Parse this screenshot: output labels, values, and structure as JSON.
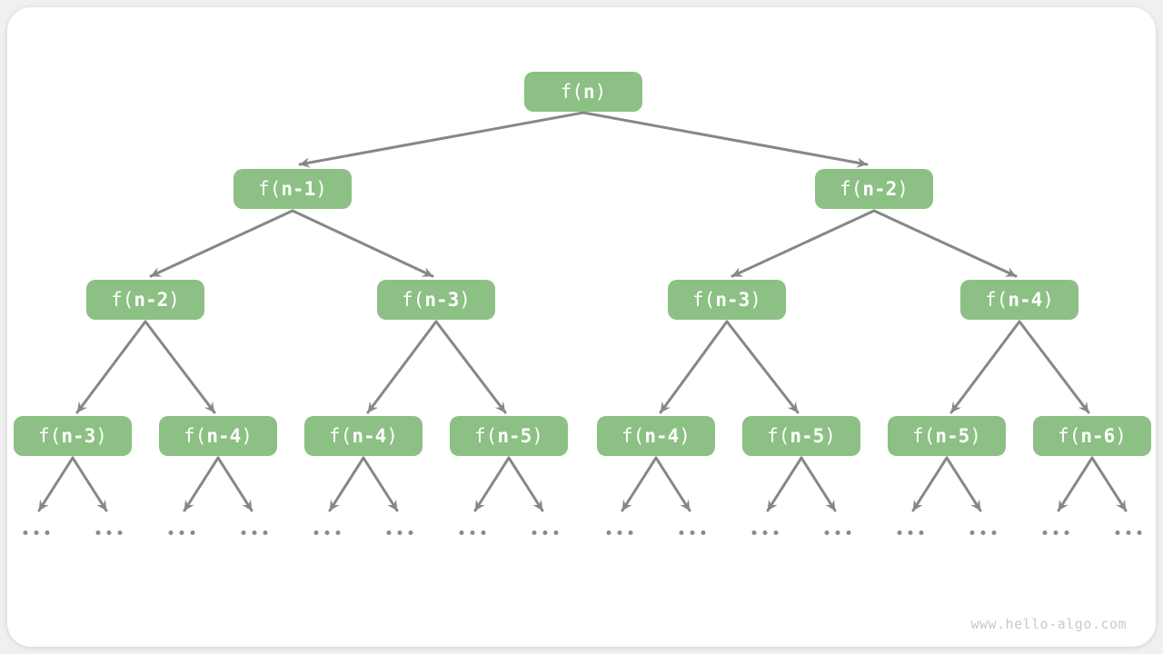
{
  "page": {
    "watermark": "www.hello-algo.com"
  },
  "colors": {
    "node_fill": "#8CC084",
    "node_text": "#FFFFFF",
    "arrow": "#878787",
    "dot": "#8A8A8A",
    "page_bg": "#F0F0F0",
    "card_bg": "#FFFFFF",
    "watermark": "#C9C9C9"
  },
  "tree": {
    "ellipsis": "...",
    "levels": [
      {
        "name": "level-1",
        "nodes": [
          {
            "prefix": "f(",
            "arg": "n",
            "suffix": ")"
          }
        ]
      },
      {
        "name": "level-2",
        "nodes": [
          {
            "prefix": "f(",
            "arg": "n-1",
            "suffix": ")"
          },
          {
            "prefix": "f(",
            "arg": "n-2",
            "suffix": ")"
          }
        ]
      },
      {
        "name": "level-3",
        "nodes": [
          {
            "prefix": "f(",
            "arg": "n-2",
            "suffix": ")"
          },
          {
            "prefix": "f(",
            "arg": "n-3",
            "suffix": ")"
          },
          {
            "prefix": "f(",
            "arg": "n-3",
            "suffix": ")"
          },
          {
            "prefix": "f(",
            "arg": "n-4",
            "suffix": ")"
          }
        ]
      },
      {
        "name": "level-4",
        "nodes": [
          {
            "prefix": "f(",
            "arg": "n-3",
            "suffix": ")"
          },
          {
            "prefix": "f(",
            "arg": "n-4",
            "suffix": ")"
          },
          {
            "prefix": "f(",
            "arg": "n-4",
            "suffix": ")"
          },
          {
            "prefix": "f(",
            "arg": "n-5",
            "suffix": ")"
          },
          {
            "prefix": "f(",
            "arg": "n-4",
            "suffix": ")"
          },
          {
            "prefix": "f(",
            "arg": "n-5",
            "suffix": ")"
          },
          {
            "prefix": "f(",
            "arg": "n-5",
            "suffix": ")"
          },
          {
            "prefix": "f(",
            "arg": "n-6",
            "suffix": ")"
          }
        ]
      }
    ]
  }
}
